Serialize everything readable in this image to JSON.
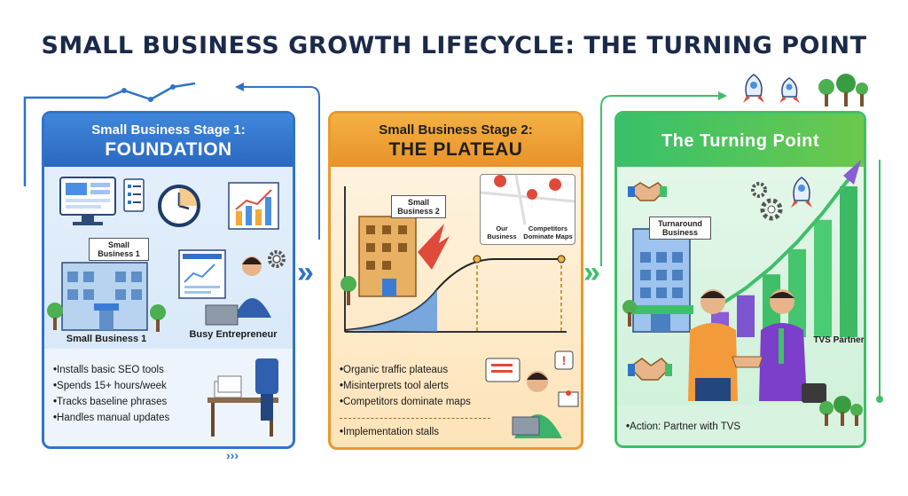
{
  "title": "SMALL BUSINESS GROWTH LIFECYCLE: THE TURNING POINT",
  "stage1": {
    "heading_line1": "Small Business Stage 1:",
    "heading_line2": "FOUNDATION",
    "sign": "Small Business 1",
    "caption_building": "Small Business 1",
    "caption_person": "Busy Entrepreneur",
    "bullets": [
      "Installs basic SEO tools",
      "Spends 15+ hours/week",
      "Tracks baseline phrases",
      "Handles manual updates"
    ]
  },
  "stage2": {
    "heading_line1": "Small Business Stage 2:",
    "heading_line2": "THE PLATEAU",
    "sign": "Small Business 2",
    "map_label_ours": "Our Business",
    "map_label_competitors": "Competitors Dominate Maps",
    "bullets": [
      "Organic traffic plateaus",
      "Misinterprets tool alerts",
      "Competitors dominate maps"
    ],
    "bullet_last": "Implementation stalls"
  },
  "stage3": {
    "heading": "The Turning Point",
    "sign": "Turnaround Business",
    "partner_label": "TVS Partner",
    "action": "Action: Partner with TVS",
    "bar_growth": [
      0.12,
      0.2,
      0.3,
      0.42,
      0.56,
      0.72
    ]
  },
  "colors": {
    "stage1": "#2f73c9",
    "stage2": "#e89a2c",
    "stage3": "#3fbf68",
    "title": "#1b2a4a"
  }
}
